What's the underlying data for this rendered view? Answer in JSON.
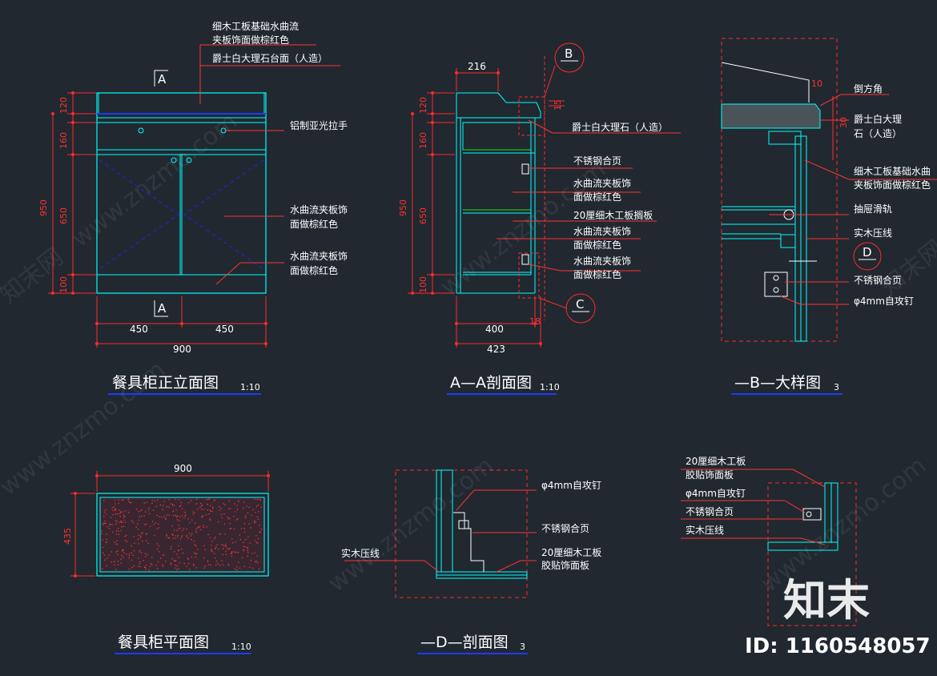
{
  "front_view": {
    "title": "餐具柜正立面图",
    "scale": "1:10",
    "section_mark": "A",
    "dims_h": [
      "450",
      "450",
      "900"
    ],
    "dims_v": [
      "120",
      "160",
      "650",
      "100",
      "950"
    ],
    "notes": [
      "细木工板基础水曲流",
      "夹板饰面做棕红色",
      "爵士白大理石台面（人造）",
      "铝制亚光拉手",
      "水曲流夹板饰",
      "面做棕红色",
      "水曲流夹板饰",
      "面做棕红色"
    ]
  },
  "section_aa": {
    "title": "A—A剖面图",
    "scale": "1:10",
    "bubble_b": "B",
    "bubble_c": "C",
    "dims_h": [
      "216",
      "400",
      "423"
    ],
    "dims_v": [
      "120",
      "160",
      "650",
      "100",
      "950"
    ],
    "small_dims": [
      "15",
      "18"
    ],
    "notes": [
      "爵士白大理石（人造）",
      "不锈钢合页",
      "水曲流夹板饰",
      "面做棕红色",
      "20厘细木工板搁板",
      "水曲流夹板饰",
      "面做棕红色",
      "水曲流夹板饰",
      "面做棕红色"
    ]
  },
  "detail_b": {
    "title": "—B—大样图",
    "scale": "3",
    "bubble_d": "D",
    "small_dims": [
      "10",
      "30"
    ],
    "notes": [
      "倒方角",
      "爵士白大理",
      "石（人造）",
      "细木工板基础水曲",
      "夹板饰面做棕红色",
      "抽屉滑轨",
      "实木压线",
      "不锈钢合页",
      "φ4mm自攻钉"
    ]
  },
  "plan_view": {
    "title": "餐具柜平面图",
    "scale": "1:10",
    "dims": [
      "900",
      "435"
    ]
  },
  "section_d": {
    "title": "—D—剖面图",
    "scale": "3",
    "notes": [
      "φ4mm自攻钉",
      "不锈钢合页",
      "20厘细木工板",
      "胶贴饰面板",
      "实木压线"
    ]
  },
  "detail_c": {
    "notes": [
      "20厘细木工板",
      "胶贴饰面板",
      "φ4mm自攻钉",
      "不锈钢合页",
      "实木压线"
    ]
  },
  "branding": {
    "watermark": "www.znzmo.com",
    "watermark_cn": "知末网",
    "logo": "知末",
    "id_label": "ID: 1160548057"
  },
  "colors": {
    "background": "#212830",
    "outline": "#00ffff",
    "dimension": "#ff2a2a",
    "leader": "#ff3333",
    "text": "#ffffff",
    "hidden": "#1a2cd8",
    "underline": "#1c3cff",
    "green": "#20e020"
  }
}
